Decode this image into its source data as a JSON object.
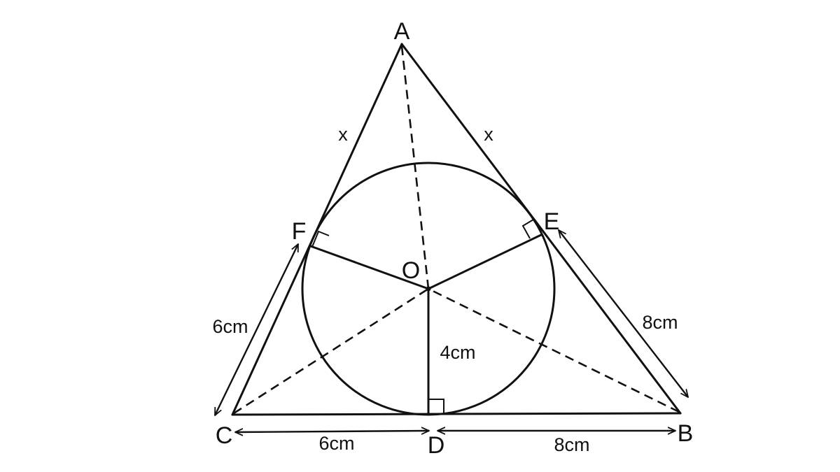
{
  "colors": {
    "stroke": "#111111",
    "background": "#ffffff"
  },
  "points": {
    "A": "A",
    "B": "B",
    "C": "C",
    "D": "D",
    "E": "E",
    "F": "F",
    "O": "O"
  },
  "measures": {
    "af": "x",
    "ae": "x",
    "cf": "6cm",
    "be": "8cm",
    "od": "4cm",
    "cd": "6cm",
    "db": "8cm"
  }
}
